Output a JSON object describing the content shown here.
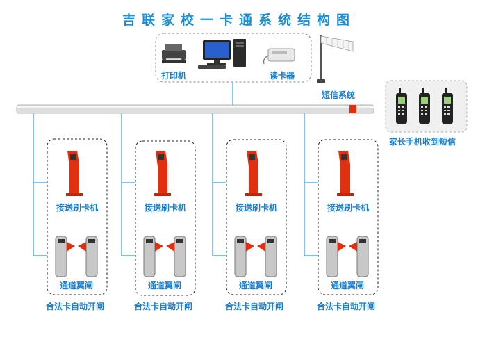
{
  "title": "吉联家校一卡通系统结构图",
  "labels": {
    "printer": "打印机",
    "reader": "读卡器",
    "sms_system": "短信系统",
    "parent_phone": "家长手机收到短信"
  },
  "units": [
    {
      "kiosk_label": "接送刷卡机",
      "gate_label": "通道翼闸",
      "caption": "合法卡自动开闸"
    },
    {
      "kiosk_label": "接送刷卡机",
      "gate_label": "通道翼闸",
      "caption": "合法卡自动开闸"
    },
    {
      "kiosk_label": "接送刷卡机",
      "gate_label": "通道翼闸",
      "caption": "合法卡自动开闸"
    },
    {
      "kiosk_label": "接送刷卡机",
      "gate_label": "通道翼闸",
      "caption": "合法卡自动开闸"
    }
  ],
  "colors": {
    "accent_text": "#1a7fd0",
    "line": "#3a9bd8",
    "kiosk": "#e03010",
    "bus": "#d8d8d8"
  }
}
